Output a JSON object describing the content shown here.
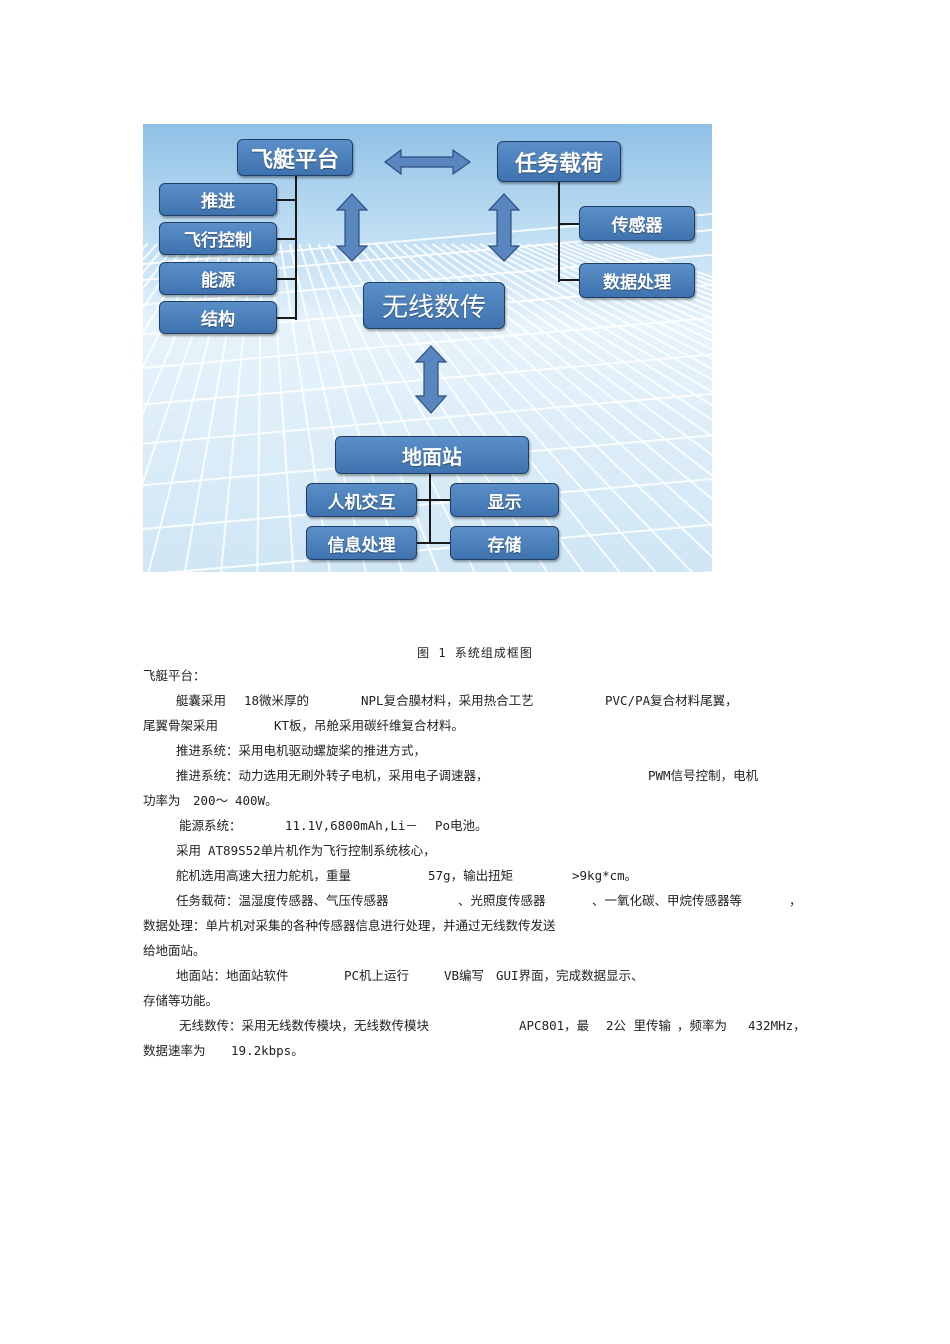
{
  "diagram": {
    "boxes": {
      "airship_platform": "飞艇平台",
      "mission_payload": "任务载荷",
      "propulsion": "推进",
      "flight_control": "飞行控制",
      "energy": "能源",
      "structure": "结构",
      "sensor": "传感器",
      "data_processing": "数据处理",
      "wireless_link": "无线数传",
      "ground_station": "地面站",
      "hmi": "人机交互",
      "display": "显示",
      "info_processing": "信息处理",
      "storage": "存储"
    },
    "colors": {
      "box": "#4a7fbd",
      "border": "#1f3f66",
      "arrow": "#5a86c0"
    }
  },
  "caption": "图 1 系统组成框图",
  "lines": [
    [
      "飞艇平台：",
      "",
      "",
      "",
      ""
    ],
    [
      "艇囊采用",
      "18微米厚的",
      "NPL复合膜材料，采用热合工艺",
      "PVC/PA复合材料尾翼，",
      ""
    ],
    [
      "尾翼骨架采用",
      "KT板，吊舱采用碳纤维复合材料。",
      "",
      "",
      ""
    ],
    [
      "推进系统：采用电机驱动螺旋桨的推进方式，",
      "",
      "",
      "",
      ""
    ],
    [
      "推进系统：动力选用无刷外转子电机，采用电子调速器，",
      "PWM信号控制，电机",
      "",
      "",
      ""
    ],
    [
      "功率为",
      "200～",
      "400W。",
      "",
      ""
    ],
    [
      "能源系统：",
      "11.1V,6800mAh,Li－",
      "Po电池。",
      "",
      ""
    ],
    [
      "采用",
      "AT89S52单片机作为飞行控制系统核心，",
      "",
      "",
      ""
    ],
    [
      "舵机选用高速大扭力舵机，重量",
      "57g，输出扭矩",
      ">9kg*cm。",
      "",
      ""
    ],
    [
      "任务载荷：温湿度传感器、气压传感器",
      "、光照度传感器",
      "、一氧化碳、甲烷传感器等",
      "，",
      ""
    ],
    [
      "数据处理：单片机对采集的各种传感器信息进行处理，并通过无线数传发送",
      "",
      "",
      "",
      ""
    ],
    [
      "给地面站。",
      "",
      "",
      "",
      ""
    ],
    [
      "地面站：地面站软件",
      "PC机上运行",
      "VB编写",
      "GUI界面，完成数据显示、",
      ""
    ],
    [
      "存储等功能。",
      "",
      "",
      "",
      ""
    ],
    [
      "无线数传：采用无线数传模块，无线数传模块",
      "APC801，最",
      "2公 里传输",
      "，频率为",
      "432MHz，"
    ],
    [
      "数据速率为",
      "19.2kbps。",
      "",
      "",
      ""
    ]
  ]
}
